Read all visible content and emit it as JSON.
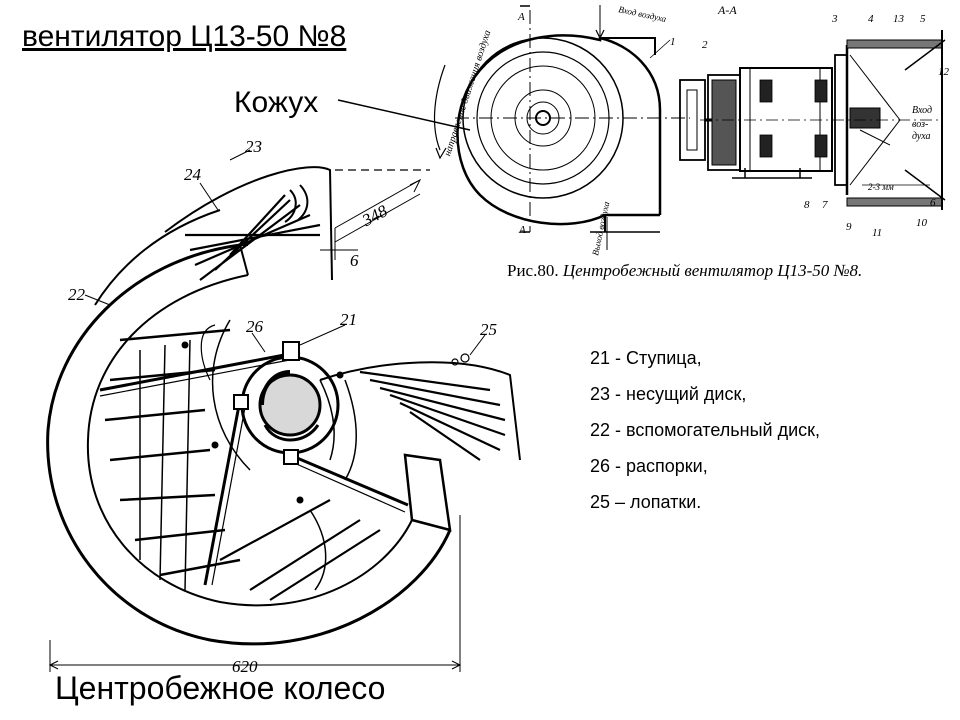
{
  "slide": {
    "title": "вентилятор Ц13-50 №8",
    "casing_label": "Кожух",
    "wheel_title": "Центробежное колесо"
  },
  "figure": {
    "caption_number": "Рис.80.",
    "caption_text": "Центробежный вентилятор Ц13-50 №8.",
    "section_mark": "А-А",
    "section_mark_left": "А",
    "section_mark_bottom": "А",
    "air_direction": "направление движения воздуха",
    "air_inlet_side": "Вход воздуха",
    "air_outlet": "Выход воздуха",
    "air_inlet_right_1": "Вход",
    "air_inlet_right_2": "воз-",
    "air_inlet_right_3": "духа",
    "callouts_top": [
      "1",
      "2",
      "3",
      "4",
      "13",
      "5",
      "12"
    ],
    "callouts_bottom": [
      "8",
      "7",
      "9",
      "11",
      "10",
      "6"
    ],
    "inner_dim": "2-3 мм"
  },
  "wheel_drawing": {
    "part_labels": [
      "23",
      "24",
      "22",
      "26",
      "21",
      "25"
    ],
    "dimension_348": "348",
    "dimension_6": "6",
    "dimension_620": "620"
  },
  "legend": [
    "21 - Ступица,",
    "23 - несущий диск,",
    "22 - вспомогательный диск,",
    "26 -  распорки,",
    "25 – лопатки."
  ]
}
